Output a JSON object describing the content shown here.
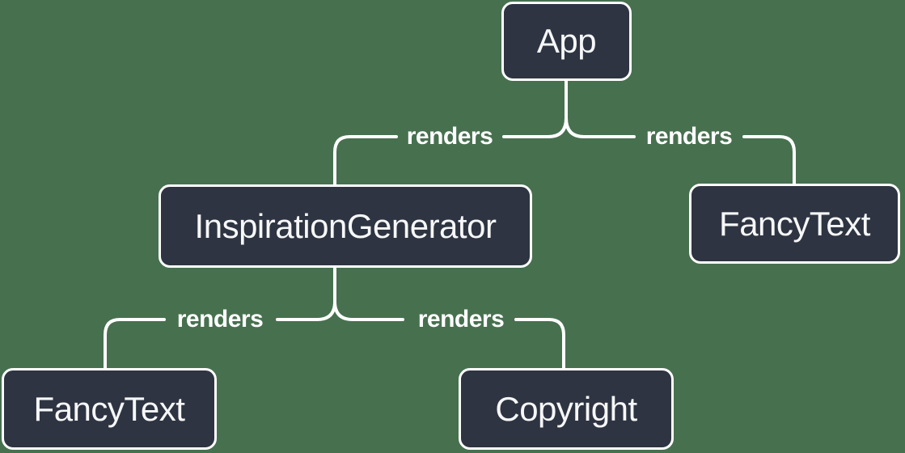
{
  "diagram": {
    "type": "tree",
    "colors": {
      "background": "#47704f",
      "node_fill": "#2e3441",
      "node_border": "#ffffff",
      "node_text": "#f6f7f9",
      "line": "#ffffff",
      "label_text": "#ffffff"
    },
    "nodes": [
      {
        "id": "app",
        "label": "App"
      },
      {
        "id": "inspiration-generator",
        "label": "InspirationGenerator"
      },
      {
        "id": "fancy-text-top",
        "label": "FancyText"
      },
      {
        "id": "fancy-text-bottom",
        "label": "FancyText"
      },
      {
        "id": "copyright",
        "label": "Copyright"
      }
    ],
    "edges": [
      {
        "from": "App",
        "to": "InspirationGenerator",
        "label": "renders"
      },
      {
        "from": "App",
        "to": "FancyText",
        "label": "renders"
      },
      {
        "from": "InspirationGenerator",
        "to": "FancyText",
        "label": "renders"
      },
      {
        "from": "InspirationGenerator",
        "to": "Copyright",
        "label": "renders"
      }
    ]
  }
}
